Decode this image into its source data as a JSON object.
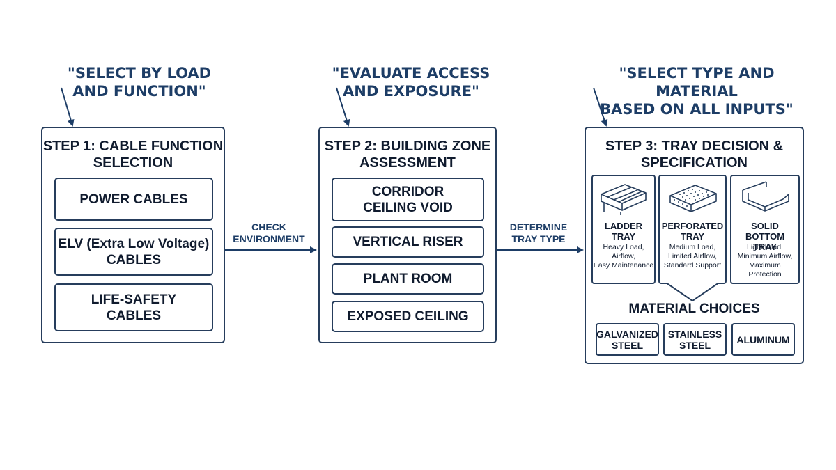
{
  "colors": {
    "stroke": "#263d5c",
    "accent": "#1d3d66",
    "text": "#101b2e"
  },
  "callouts": {
    "step1": "\"SELECT BY LOAD\nAND FUNCTION\"",
    "step2": "\"EVALUATE ACCESS\nAND EXPOSURE\"",
    "step3": "\"SELECT TYPE AND MATERIAL\nBASED ON ALL INPUTS\""
  },
  "step1": {
    "title": "STEP 1: CABLE FUNCTION\nSELECTION",
    "items": [
      "POWER CABLES",
      "ELV (Extra Low Voltage)\nCABLES",
      "LIFE-SAFETY\nCABLES"
    ]
  },
  "connector1": {
    "label": "CHECK\nENVIRONMENT"
  },
  "step2": {
    "title": "STEP 2: BUILDING ZONE\nASSESSMENT",
    "items": [
      "CORRIDOR\nCEILING VOID",
      "VERTICAL RISER",
      "PLANT ROOM",
      "EXPOSED CEILING"
    ]
  },
  "connector2": {
    "label": "DETERMINE\nTRAY TYPE"
  },
  "step3": {
    "title": "STEP 3: TRAY DECISION &\nSPECIFICATION",
    "trays": [
      {
        "icon": "ladder-tray-icon",
        "name": "LADDER\nTRAY",
        "desc": "Heavy Load,\nAirflow,\nEasy Maintenance"
      },
      {
        "icon": "perforated-tray-icon",
        "name": "PERFORATED\nTRAY",
        "desc": "Medium Load,\nLimited Airflow,\nStandard Support"
      },
      {
        "icon": "solid-bottom-tray-icon",
        "name": "SOLID BOTTOM\nTRAY",
        "desc": "Light Load,\nMinimum Airflow,\nMaximum\nProtection"
      }
    ],
    "materials_title": "MATERIAL CHOICES",
    "materials": [
      "GALVANIZED\nSTEEL",
      "STAINLESS\nSTEEL",
      "ALUMINUM"
    ]
  }
}
